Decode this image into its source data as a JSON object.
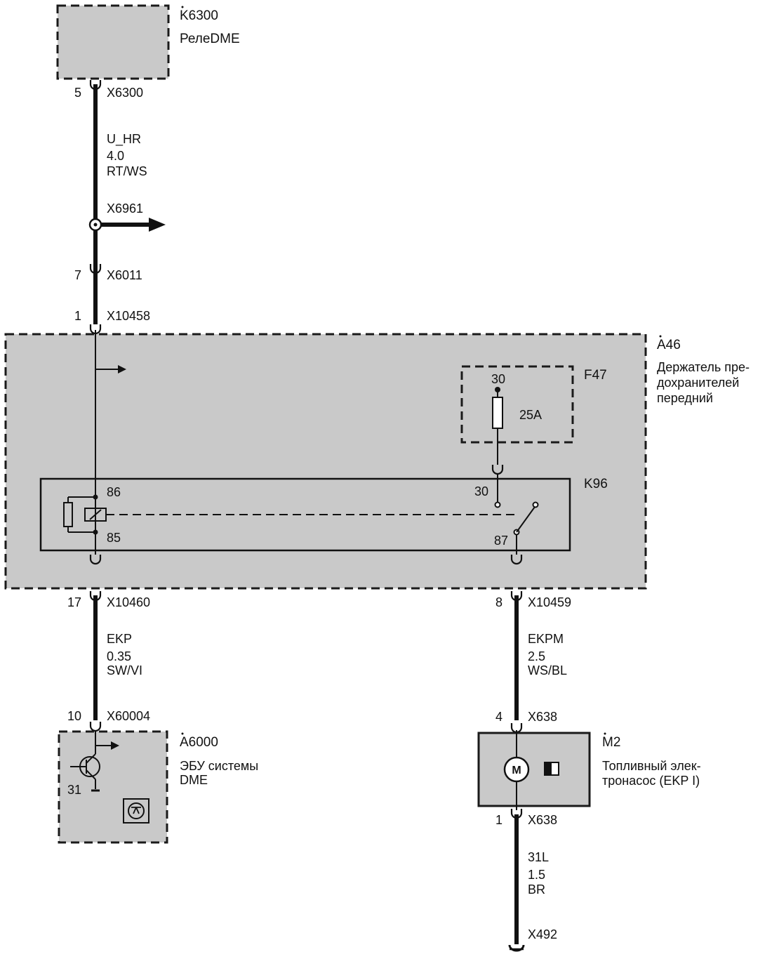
{
  "components": {
    "k6300": {
      "id": "K6300",
      "name": "РелеDME"
    },
    "a46": {
      "id": "A46",
      "name_lines": [
        "Держатель пре-",
        "дохранителей",
        "передний"
      ]
    },
    "f47": {
      "id": "F47",
      "terminal": "30",
      "rating": "25A"
    },
    "k96": {
      "id": "K96",
      "pin86": "86",
      "pin85": "85",
      "pin30": "30",
      "pin87": "87"
    },
    "a6000": {
      "id": "A6000",
      "name_lines": [
        "ЭБУ системы",
        "DME"
      ],
      "pin": "31"
    },
    "m2": {
      "id": "M2",
      "name_lines": [
        "Топливный элек-",
        "тронасос (EKP I)"
      ],
      "motor_symbol": "M"
    }
  },
  "connectors": {
    "x6300": {
      "pin": "5",
      "name": "X6300"
    },
    "x6961": {
      "name": "X6961"
    },
    "x6011": {
      "pin": "7",
      "name": "X6011"
    },
    "x10458": {
      "pin": "1",
      "name": "X10458"
    },
    "x10460": {
      "pin": "17",
      "name": "X10460"
    },
    "x10459": {
      "pin": "8",
      "name": "X10459"
    },
    "x60004": {
      "pin": "10",
      "name": "X60004"
    },
    "x638_top": {
      "pin": "4",
      "name": "X638"
    },
    "x638_bottom": {
      "pin": "1",
      "name": "X638"
    },
    "x492": {
      "name": "X492"
    }
  },
  "wires": {
    "u_hr": {
      "signal": "U_HR",
      "gauge": "4.0",
      "color": "RT/WS"
    },
    "ekp": {
      "signal": "EKP",
      "gauge": "0.35",
      "color": "SW/VI"
    },
    "ekpm": {
      "signal": "EKPM",
      "gauge": "2.5",
      "color": "WS/BL"
    },
    "w31l": {
      "signal": "31L",
      "gauge": "1.5",
      "color": "BR"
    }
  }
}
